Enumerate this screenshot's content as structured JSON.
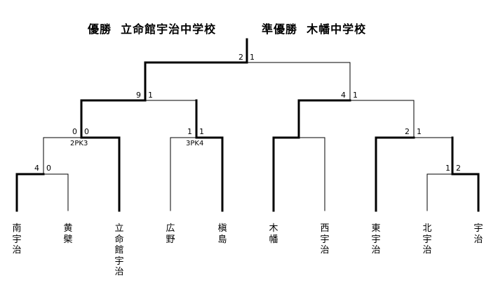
{
  "header": {
    "champion_label": "優勝",
    "champion": "立命館宇治中学校",
    "runner_up_label": "準優勝",
    "runner_up": "木幡中学校"
  },
  "teams": [
    "南宇治",
    "黄檗",
    "立命館宇治",
    "広野",
    "槇島",
    "木幡",
    "西宇治",
    "東宇治",
    "北宇治",
    "宇治"
  ],
  "scores": {
    "final": {
      "left": "2",
      "right": "1"
    },
    "semi_left": {
      "left": "9",
      "right": "1"
    },
    "semi_right": {
      "left": "4",
      "right": "1"
    },
    "qf_1": {
      "left": "0",
      "right": "0",
      "pk": "2PK3"
    },
    "qf_2": {
      "left": "1",
      "right": "1",
      "pk": "3PK4"
    },
    "qf_4": {
      "left": "2",
      "right": "1"
    },
    "r1_left": {
      "left": "4",
      "right": "0"
    },
    "r1_right": {
      "left": "1",
      "right": "2"
    }
  }
}
